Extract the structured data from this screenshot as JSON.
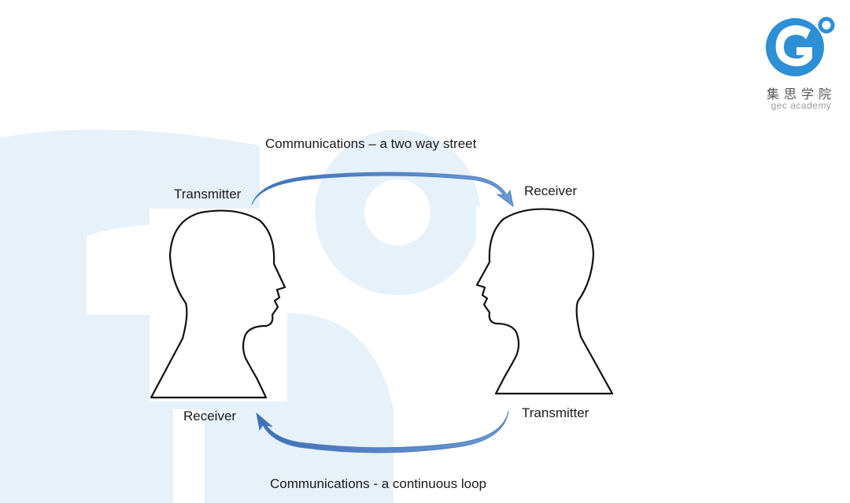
{
  "logo": {
    "chinese_text": "集思学院",
    "english_text": "gec academy",
    "brand_color": "#2d8fd6"
  },
  "diagram": {
    "top_caption": "Communications – a two way street",
    "bottom_caption": "Communications - a continuous loop",
    "left_head_top_label": "Transmitter",
    "left_head_bottom_label": "Receiver",
    "right_head_top_label": "Receiver",
    "right_head_bottom_label": "Transmitter",
    "arrow_color": "#4a7cc0",
    "watermark_color": "#e6f1fa"
  }
}
